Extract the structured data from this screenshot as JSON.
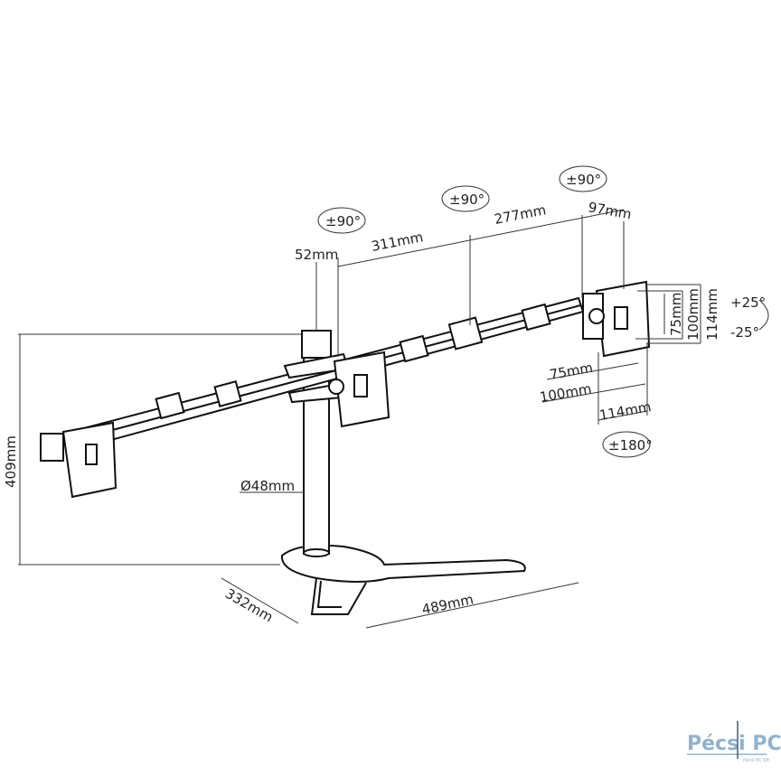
{
  "rotation": {
    "left_arm": "±90°",
    "middle_arm": "±90°",
    "right_arm": "±90°",
    "swivel": "±180°",
    "tilt_up": "+25°",
    "tilt_down": "-25°"
  },
  "arm_dimensions": {
    "offset": "52mm",
    "left_segment": "311mm",
    "right_segment": "277mm",
    "end_offset": "97mm"
  },
  "vesa": {
    "vertical_75": "75mm",
    "vertical_100": "100mm",
    "vertical_114": "114mm",
    "horizontal_75": "75mm",
    "horizontal_100": "100mm",
    "horizontal_114": "114mm"
  },
  "pole": {
    "height": "409mm",
    "diameter": "Ø48mm"
  },
  "base": {
    "depth": "332mm",
    "width": "489mm"
  },
  "logo": {
    "name": "Pécsi PC",
    "sub": "Pécsi PC Kft."
  }
}
